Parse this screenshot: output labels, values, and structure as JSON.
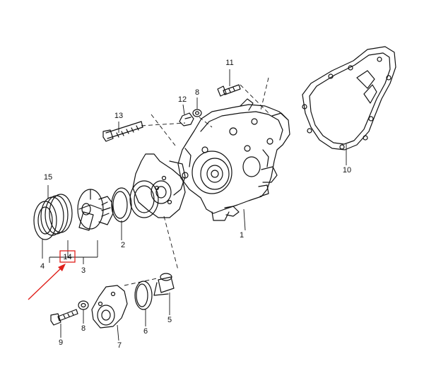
{
  "diagram": {
    "callouts": [
      {
        "id": "p1",
        "text": "1"
      },
      {
        "id": "p2",
        "text": "2"
      },
      {
        "id": "p3",
        "text": "3"
      },
      {
        "id": "p4",
        "text": "4"
      },
      {
        "id": "p5",
        "text": "5"
      },
      {
        "id": "p6",
        "text": "6"
      },
      {
        "id": "p7",
        "text": "7"
      },
      {
        "id": "p8a",
        "text": "8"
      },
      {
        "id": "p8b",
        "text": "8"
      },
      {
        "id": "p9",
        "text": "9"
      },
      {
        "id": "p10",
        "text": "10"
      },
      {
        "id": "p11",
        "text": "11"
      },
      {
        "id": "p12",
        "text": "12"
      },
      {
        "id": "p13",
        "text": "13"
      },
      {
        "id": "p14",
        "text": "14"
      },
      {
        "id": "p15",
        "text": "15"
      }
    ],
    "highlight": {
      "part": "14",
      "color": "#e0201b"
    }
  }
}
